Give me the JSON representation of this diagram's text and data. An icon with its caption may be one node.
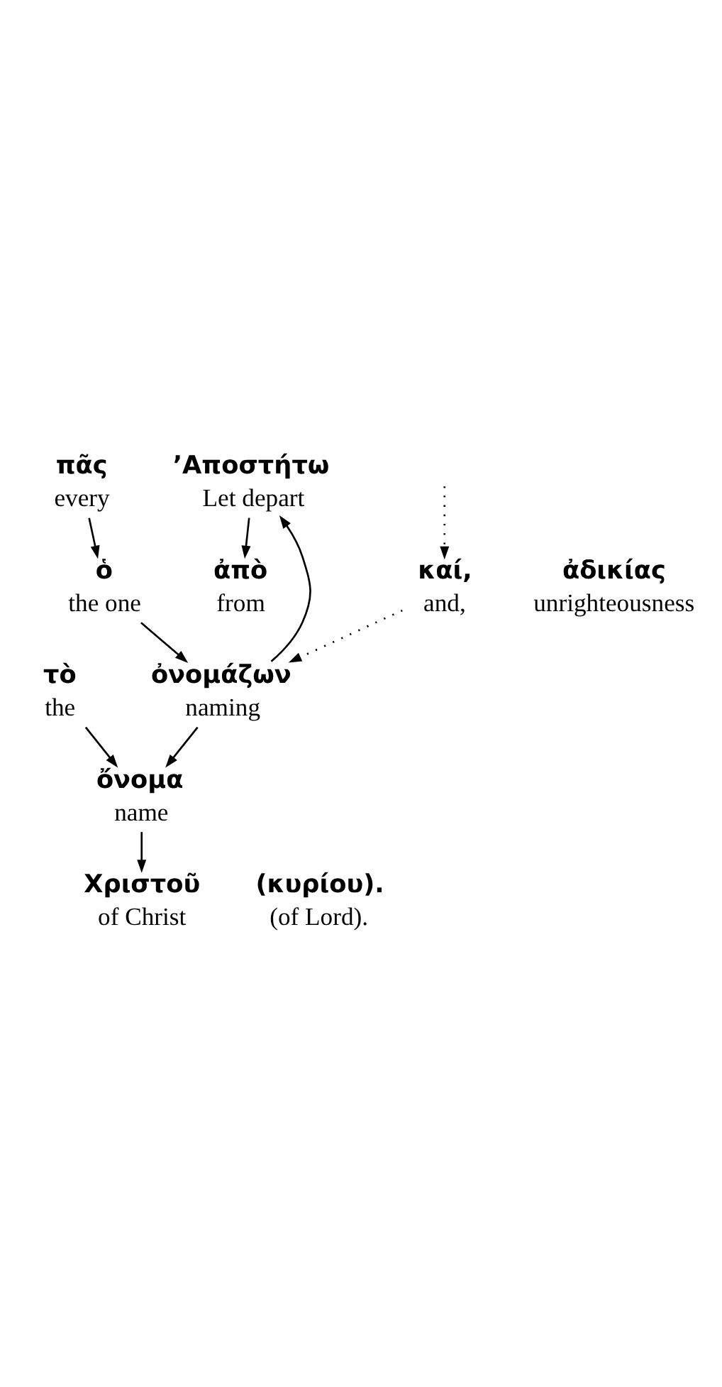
{
  "diagram": {
    "nodes": [
      {
        "text": [
          "καί,",
          "and,"
        ]
      },
      {
        "text": [
          "’Αποστήτω",
          "Let depart"
        ]
      },
      {
        "text": [
          "ἀπὸ",
          "from"
        ]
      },
      {
        "text": [
          "ἀδικίας",
          "unrighteousness"
        ]
      },
      {
        "text": [
          "πᾶς",
          "every"
        ]
      },
      {
        "text": [
          "ὁ",
          "the one"
        ]
      },
      {
        "text": [
          "ὀνομάζων",
          "naming"
        ]
      },
      {
        "text": [
          "τὸ",
          "the"
        ]
      },
      {
        "text": [
          "ὄνομα",
          "name"
        ]
      },
      {
        "text": [
          "Χριστοῦ",
          "of Christ"
        ]
      },
      {
        "text": [
          "(κυρίου).",
          "(of Lord)."
        ]
      }
    ],
    "edges": [
      {
        "from": null,
        "to": 0,
        "arrow": "to",
        "style": "dashed"
      },
      {
        "from": 0,
        "to": 6,
        "arrow": "to",
        "style": "dashed"
      },
      {
        "from": 6,
        "to": 1,
        "arrow": "to"
      },
      {
        "from": 1,
        "to": 2,
        "arrow": "to"
      },
      {
        "from": 4,
        "to": 5,
        "arrow": "to"
      },
      {
        "from": 5,
        "to": 6,
        "arrow": "to"
      },
      {
        "from": 6,
        "to": 8,
        "arrow": "to"
      },
      {
        "from": 7,
        "to": 8,
        "arrow": "to"
      },
      {
        "from": 8,
        "to": 9,
        "arrow": "to"
      }
    ]
  }
}
